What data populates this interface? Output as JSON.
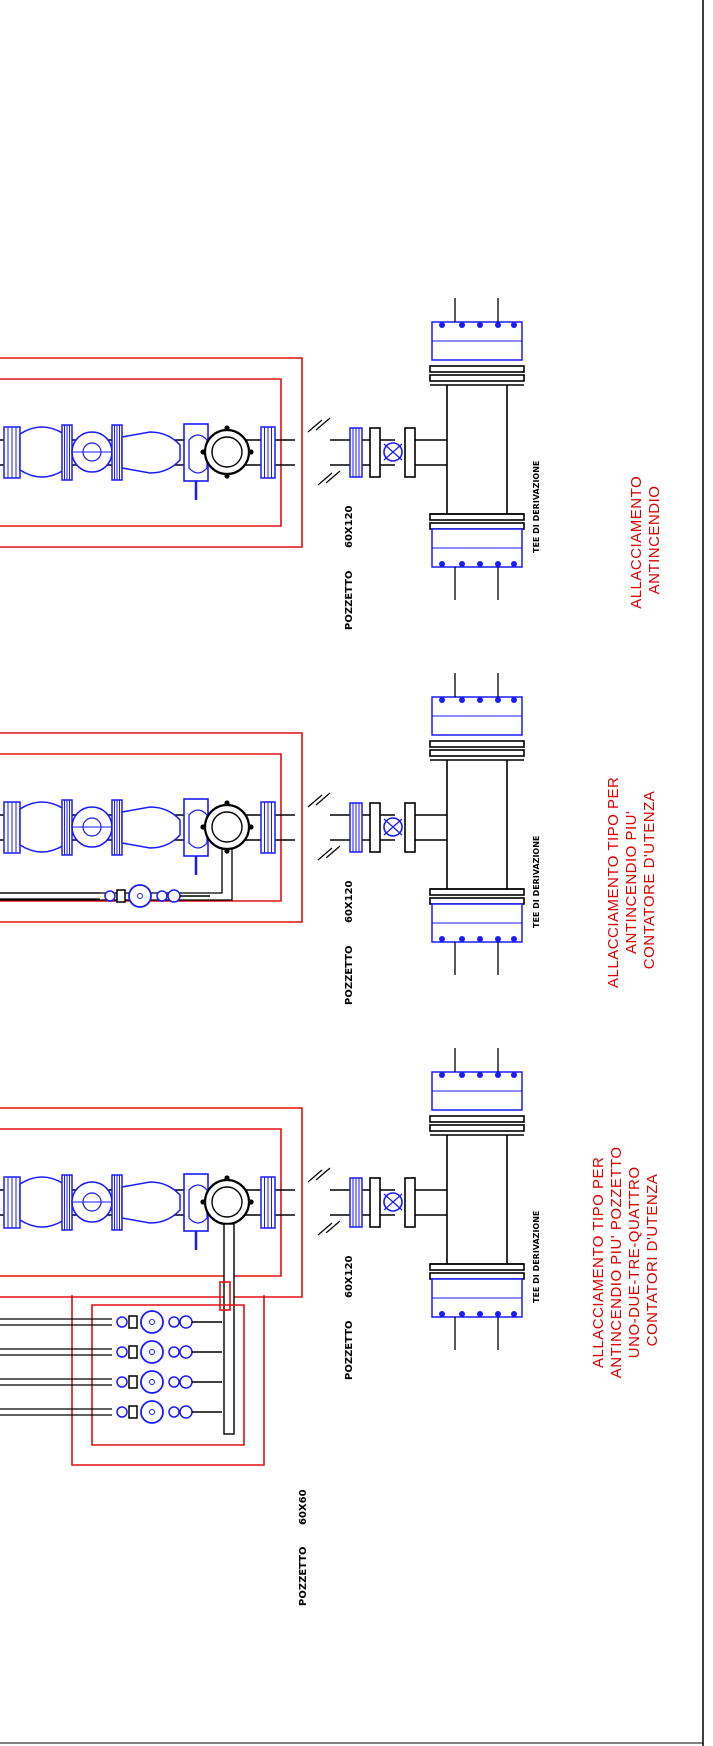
{
  "colors": {
    "pit": "#e01010",
    "fittings": "#1a1aff",
    "pipe": "#000000",
    "label": "#e00000"
  },
  "sections": [
    {
      "title_lines": [
        "ALLACCIAMENTO",
        "ANTINCENDIO"
      ],
      "tee_label": "TEE DI DERIVAZIONE",
      "pit_label": "POZZETTO",
      "pit_size": "60X120",
      "meters": 0
    },
    {
      "title_lines": [
        "ALLACCIAMENTO  TIPO  PER",
        "ANTINCENDIO  PIU'",
        "CONTATORE  D'UTENZA"
      ],
      "tee_label": "TEE DI DERIVAZIONE",
      "pit_label": "POZZETTO",
      "pit_size": "60X120",
      "meters": 1
    },
    {
      "title_lines": [
        "ALLACCIAMENTO  TIPO  PER",
        "ANTINCENDIO  PIU'  POZZETTO",
        "UNO-DUE-TRE-QUATTRO",
        "CONTATORI  D'UTENZA"
      ],
      "tee_label": "TEE DI DERIVAZIONE",
      "pit_label": "POZZETTO",
      "pit_size": "60X120",
      "meters": 4,
      "sub_pit_label": "POZZETTO",
      "sub_pit_size": "60X60"
    }
  ]
}
